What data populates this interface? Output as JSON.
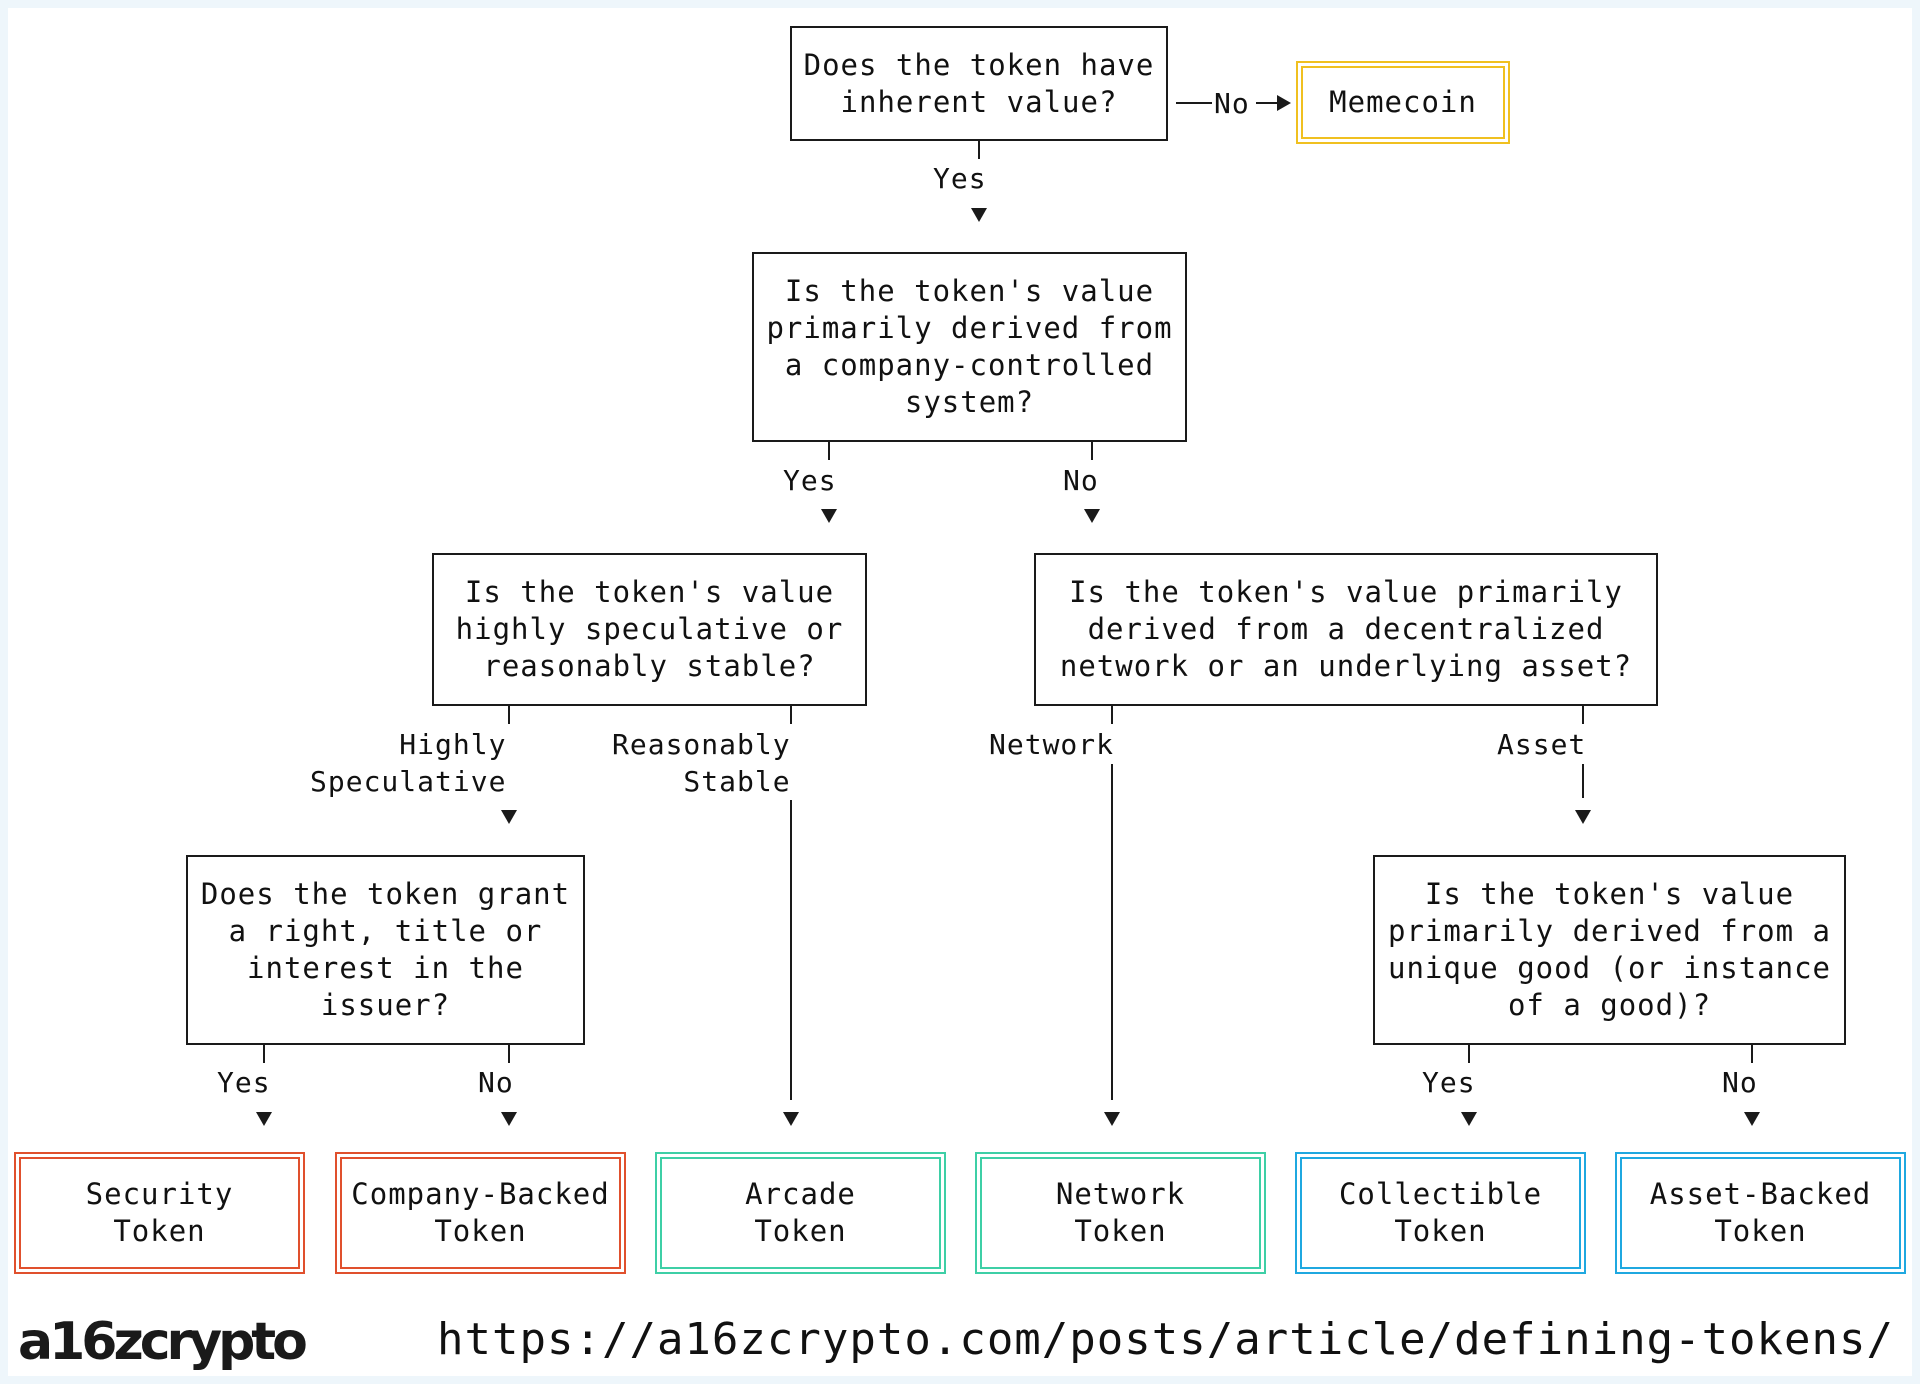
{
  "colors": {
    "memecoin": "#f0c020",
    "security_token": "#e0502d",
    "company_backed_token": "#e0502d",
    "arcade_token": "#3ecfa6",
    "network_token": "#3ecfa6",
    "collectible_token": "#1fa8e0",
    "asset_backed_token": "#1fa8e0",
    "lines": "#1a1a1a"
  },
  "questions": {
    "q1": "Does the token have\ninherent value?",
    "q2": "Is the token's value\nprimarily derived from\na company-controlled\nsystem?",
    "q3": "Is the token's value\nhighly speculative or\nreasonably stable?",
    "q4": "Is the token's value primarily\nderived from a decentralized\nnetwork or an underlying asset?",
    "q5": "Does the token grant\na right, title or\ninterest in the\nissuer?",
    "q6": "Is the token's value\nprimarily derived from a\nunique good (or instance\nof a good)?"
  },
  "edge_labels": {
    "q1_no": "No",
    "q1_yes": "Yes",
    "q2_yes": "Yes",
    "q2_no": "No",
    "q3_speculative": "Highly\nSpeculative",
    "q3_stable": "Reasonably\nStable",
    "q4_network": "Network",
    "q4_asset": "Asset",
    "q5_yes": "Yes",
    "q5_no": "No",
    "q6_yes": "Yes",
    "q6_no": "No"
  },
  "outcomes": {
    "memecoin": "Memecoin",
    "security_token": "Security\nToken",
    "company_backed_token": "Company-Backed\nToken",
    "arcade_token": "Arcade\nToken",
    "network_token": "Network\nToken",
    "collectible_token": "Collectible\nToken",
    "asset_backed_token": "Asset-Backed\nToken"
  },
  "footer": {
    "logo": "a16zcrypto",
    "url": "https://a16zcrypto.com/posts/article/defining-tokens/"
  }
}
